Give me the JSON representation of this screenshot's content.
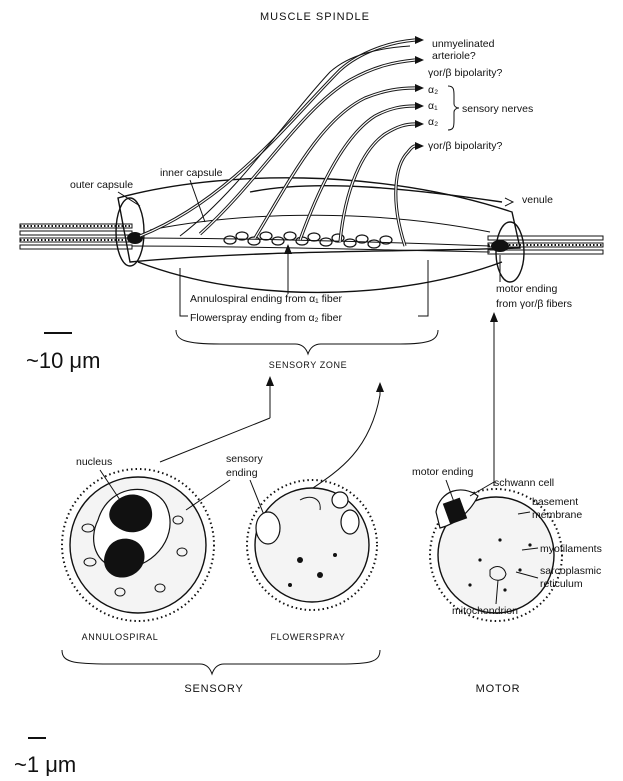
{
  "title": "MUSCLE SPINDLE",
  "nerve_labels": {
    "unmyelinated": "unmyelinated",
    "arteriole": "arteriole?",
    "bipolarity_1": "γor/β bipolarity?",
    "alpha2_a": "α₂",
    "alpha1": "α₁",
    "alpha2_b": "α₂",
    "sensory_nerves": "sensory nerves",
    "bipolarity_2": "γor/β bipolarity?"
  },
  "spindle_labels": {
    "outer_capsule": "outer capsule",
    "inner_capsule": "inner capsule",
    "venule": "venule",
    "annulospiral_ending": "Annulospiral ending from α₁ fiber",
    "flowerspray_ending": "Flowerspray ending from α₂ fiber",
    "motor_ending_1": "motor ending",
    "motor_ending_2": "from γor/β fibers",
    "sensory_zone": "SENSORY ZONE"
  },
  "scale_bars": {
    "top": "~10 μm",
    "bottom": "~1 μm"
  },
  "cross_section_labels": {
    "nucleus": "nucleus",
    "sensory_ending_1": "sensory",
    "sensory_ending_2": "ending",
    "motor_ending": "motor ending",
    "schwann_cell": "schwann cell",
    "basement_1": "basement",
    "basement_2": "membrane",
    "myofilaments": "myofilaments",
    "sarcoplasmic_1": "sarcoplasmic",
    "sarcoplasmic_2": "reticulum",
    "mitochondrion": "mitochondrion",
    "annulospiral": "ANNULOSPIRAL",
    "flowerspray": "FLOWERSPRAY",
    "sensory": "SENSORY",
    "motor": "MOTOR"
  }
}
